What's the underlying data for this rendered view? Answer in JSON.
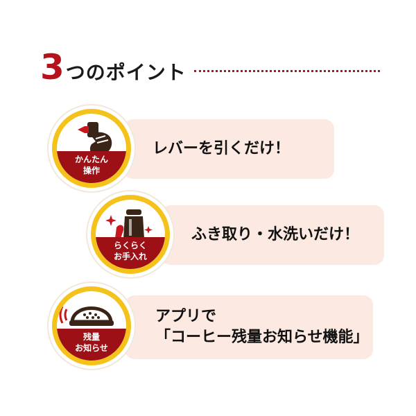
{
  "heading": {
    "number": "3",
    "rest": "つのポイント"
  },
  "points": [
    {
      "badge_label": "かんたん\n操作",
      "lines": [
        "レバーを引くだけ！"
      ],
      "icon": "hand-pull-lever-icon"
    },
    {
      "badge_label": "らくらく\nお手入れ",
      "lines": [
        "ふき取り・水洗いだけ！"
      ],
      "icon": "cleaning-sparkle-icon"
    },
    {
      "badge_label": "残量\nお知らせ",
      "lines": [
        "アプリで",
        "「コーヒー残量お知らせ機能」"
      ],
      "icon": "scale-signal-icon"
    }
  ],
  "colors": {
    "accent_red": "#b5121b",
    "band_red": "#9c1016",
    "gold": "#f4c21a",
    "card_bg": "#fbe9e2"
  }
}
